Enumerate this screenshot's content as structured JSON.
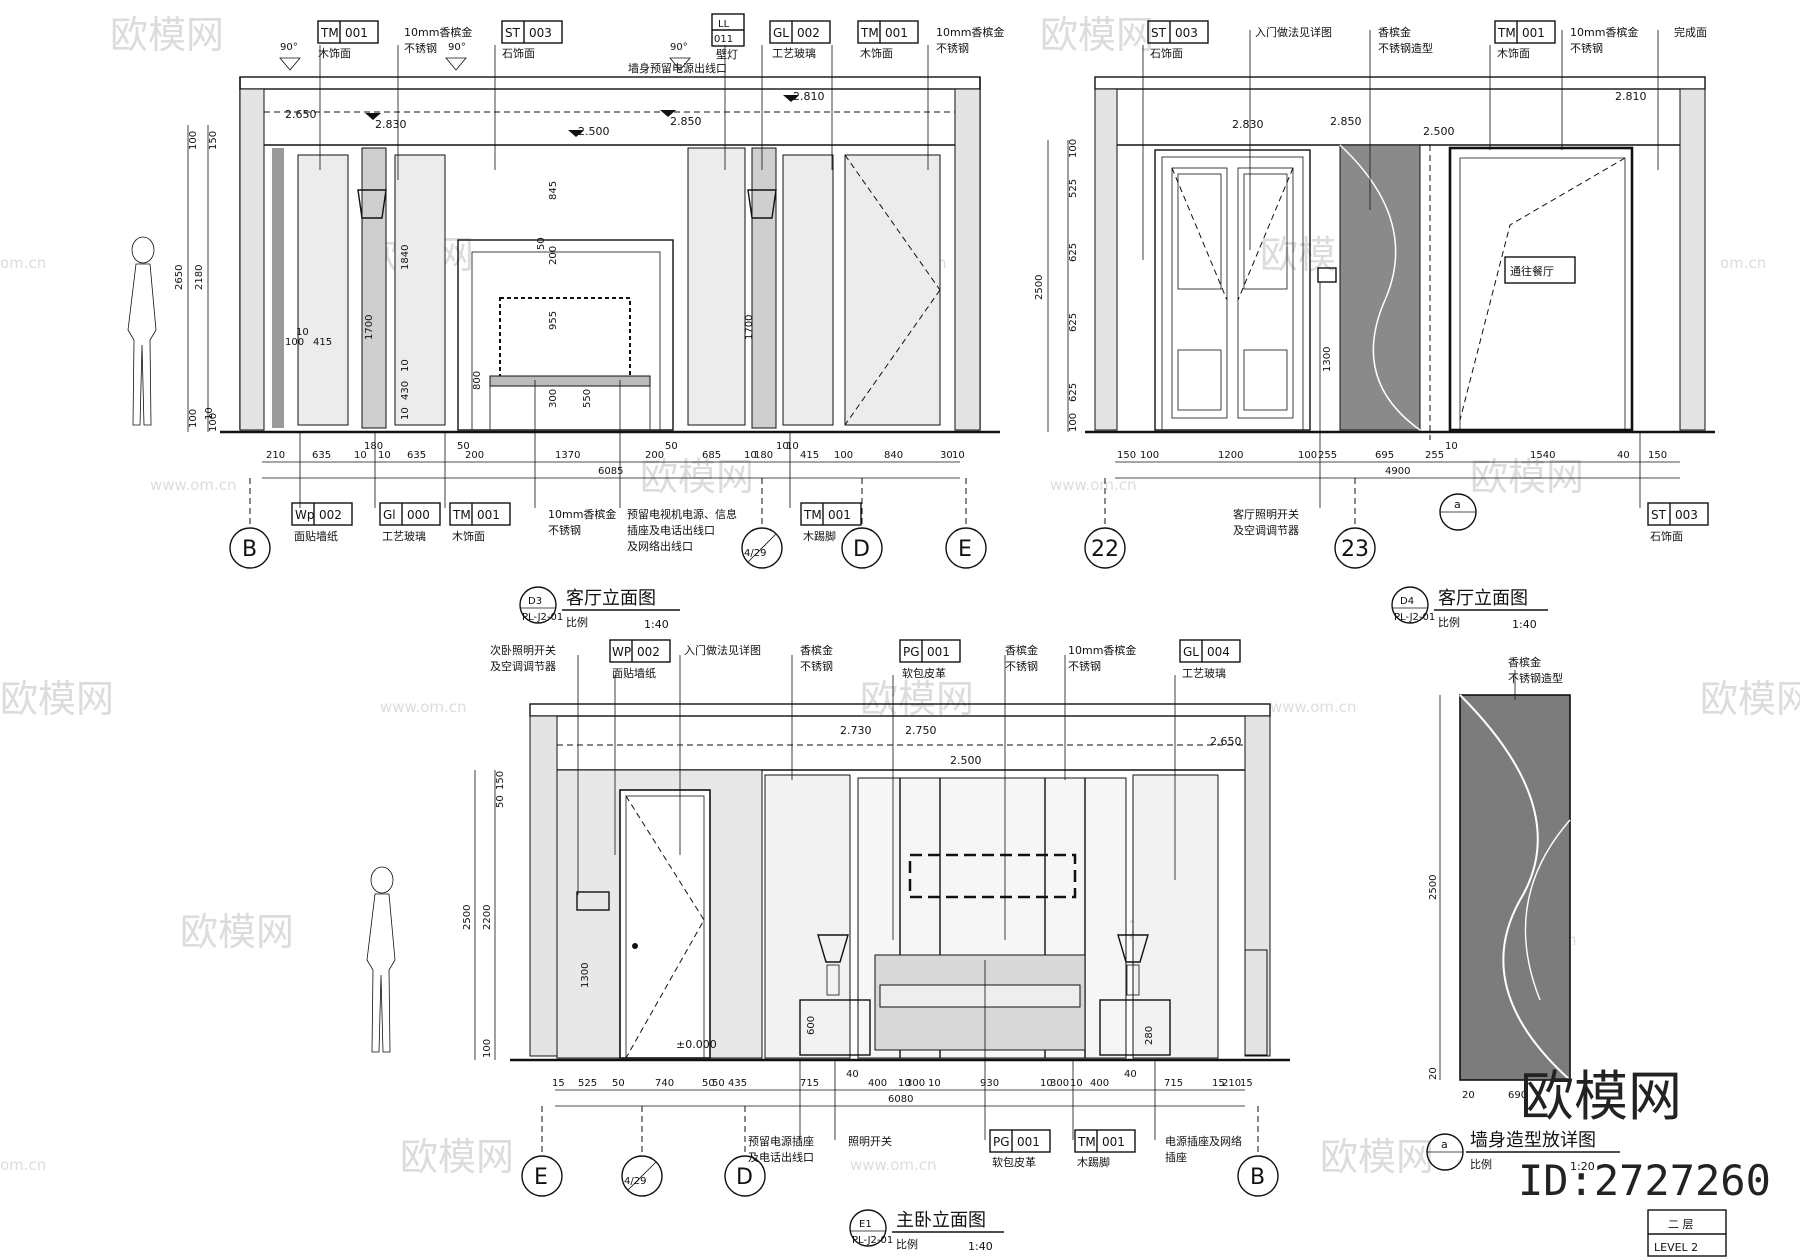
{
  "watermark": {
    "brand": "欧模网",
    "site": "www.om.cn",
    "site_short": "om.cn"
  },
  "brand_mark": {
    "name": "欧模网",
    "id": "ID:2727260"
  },
  "level": {
    "cn": "二 层",
    "en": "LEVEL 2"
  },
  "drawings": {
    "d3": {
      "code": "D3",
      "sheet": "PL-J2-01",
      "title": "客厅立面图",
      "scale_label": "比例",
      "scale": "1:40",
      "top_tags": [
        {
          "code": "TM",
          "num": "001",
          "desc": "木饰面"
        },
        {
          "code": "ST",
          "num": "003",
          "desc": "石饰面"
        },
        {
          "code": "LL",
          "num": "011",
          "desc": "壁灯"
        },
        {
          "code": "GL",
          "num": "002",
          "desc": "工艺玻璃"
        },
        {
          "code": "TM",
          "num": "001",
          "desc": "木饰面"
        }
      ],
      "top_notes": [
        "10mm香槟金",
        "不锈钢",
        "墙身预留电源出线口",
        "10mm香槟金",
        "不锈钢"
      ],
      "bottom_tags": [
        {
          "code": "Wp",
          "num": "002",
          "desc": "面贴墙纸"
        },
        {
          "code": "Gl",
          "num": "000",
          "desc": "工艺玻璃"
        },
        {
          "code": "TM",
          "num": "001",
          "desc": "木饰面"
        },
        {
          "code": "TM",
          "num": "001",
          "desc": "木踢脚"
        }
      ],
      "bottom_notes": [
        "10mm香槟金",
        "不锈钢",
        "预留电视机电源、信息",
        "插座及电话出线口",
        "及网络出线口"
      ],
      "levels": [
        "2.650",
        "2.830",
        "2.500",
        "2.850",
        "2.810"
      ],
      "left_dims": [
        "100",
        "150",
        "2650",
        "2180",
        "100",
        "10",
        "100"
      ],
      "inner_dims": [
        "1840",
        "1700",
        "845",
        "200",
        "955",
        "50",
        "800",
        "300",
        "550",
        "430",
        "10",
        "1700",
        "10"
      ],
      "width_dims": [
        "210",
        "635",
        "10",
        "180",
        "10",
        "635",
        "50",
        "200",
        "1370",
        "200",
        "50",
        "685",
        "10",
        "180",
        "10",
        "10",
        "415",
        "100",
        "840",
        "30",
        "10"
      ],
      "side_dims": [
        "100",
        "415",
        "10"
      ],
      "total": "6085",
      "angle": "90°",
      "grid": [
        "B",
        "4/29",
        "D",
        "E"
      ]
    },
    "d4": {
      "code": "D4",
      "sheet": "PL-J2-01",
      "title": "客厅立面图",
      "scale_label": "比例",
      "scale": "1:40",
      "top_tags": [
        {
          "code": "ST",
          "num": "003",
          "desc": "石饰面"
        },
        {
          "code": "TM",
          "num": "001",
          "desc": "木饰面"
        }
      ],
      "top_notes": [
        "入门做法见详图",
        "香槟金",
        "不锈钢造型",
        "10mm香槟金",
        "不锈钢",
        "完成面"
      ],
      "bottom_tag": {
        "code": "ST",
        "num": "003",
        "desc": "石饰面"
      },
      "bottom_notes": [
        "客厅照明开关",
        "及空调调节器"
      ],
      "door_label": "通往餐厅",
      "levels": [
        "2.830",
        "2.850",
        "2.500",
        "2.810"
      ],
      "left_dims": [
        "100",
        "525",
        "625",
        "2500",
        "625",
        "625",
        "100"
      ],
      "inner_dim": "1300",
      "width_dims": [
        "150",
        "100",
        "1200",
        "100",
        "255",
        "695",
        "255",
        "10",
        "1540",
        "40",
        "150"
      ],
      "total": "4900",
      "detail_ref": "a",
      "grid": [
        "22",
        "23"
      ]
    },
    "e1": {
      "code": "E1",
      "sheet": "PL-J2-01",
      "title": "主卧立面图",
      "scale_label": "比例",
      "scale": "1:40",
      "top_tags": [
        {
          "code": "WP",
          "num": "002",
          "desc": "面贴墙纸"
        },
        {
          "code": "PG",
          "num": "001",
          "desc": "软包皮革"
        },
        {
          "code": "GL",
          "num": "004",
          "desc": "工艺玻璃"
        }
      ],
      "top_notes": [
        "次卧照明开关",
        "及空调调节器",
        "入门做法见详图",
        "香槟金",
        "不锈钢",
        "香槟金",
        "不锈钢",
        "10mm香槟金",
        "不锈钢"
      ],
      "bottom_tags": [
        {
          "code": "PG",
          "num": "001",
          "desc": "软包皮革"
        },
        {
          "code": "TM",
          "num": "001",
          "desc": "木踢脚"
        }
      ],
      "bottom_notes": [
        "预留电源插座",
        "及电话出线口",
        "照明开关",
        "电源插座及网络",
        "插座"
      ],
      "levels": [
        "2.730",
        "2.750",
        "2.500",
        "2.650",
        "±0.000"
      ],
      "left_dims": [
        "150",
        "50",
        "2500",
        "2200",
        "100"
      ],
      "inner_dims": [
        "1300",
        "600",
        "280"
      ],
      "width_dims": [
        "15",
        "525",
        "50",
        "740",
        "50",
        "50",
        "435",
        "715",
        "40",
        "400",
        "10",
        "300",
        "10",
        "930",
        "10",
        "300",
        "10",
        "400",
        "40",
        "715",
        "15",
        "210",
        "15"
      ],
      "total": "6080",
      "grid": [
        "E",
        "4/29",
        "D",
        "B"
      ]
    },
    "a": {
      "code": "a",
      "title": "墙身造型放详图",
      "scale_label": "比例",
      "scale": "1:20",
      "notes": [
        "香槟金",
        "不锈钢造型"
      ],
      "height": "2500",
      "dims": [
        "20",
        "20",
        "690"
      ]
    }
  }
}
